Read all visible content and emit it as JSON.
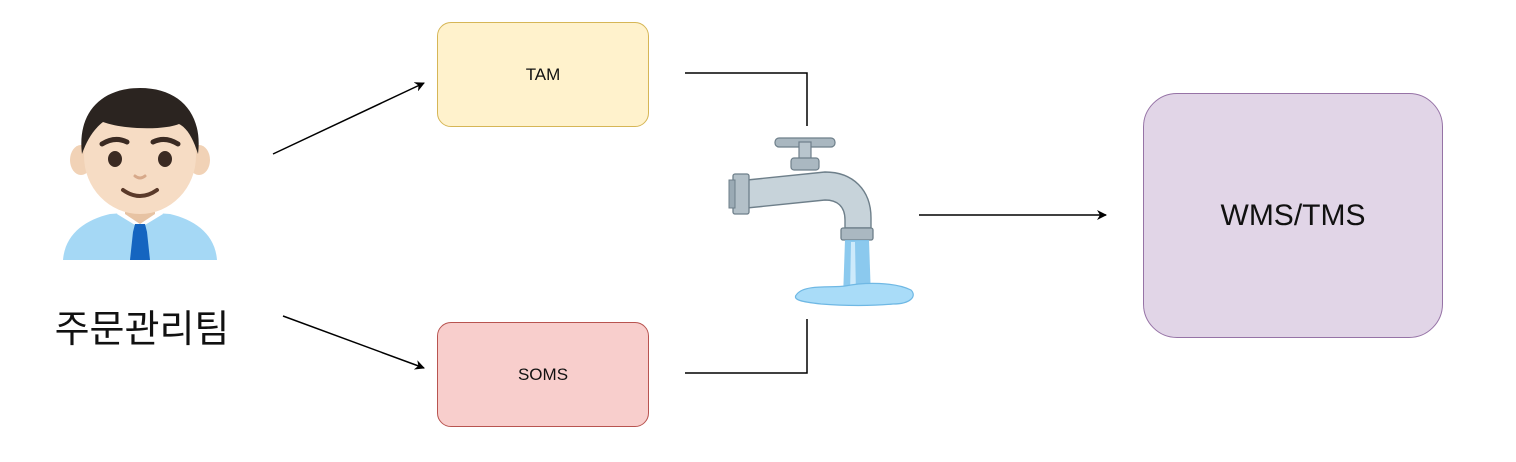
{
  "diagram": {
    "actor": {
      "label": "주문관리팀",
      "icon": "person-icon"
    },
    "nodes": {
      "tam": {
        "label": "TAM",
        "fill": "#fff2cc",
        "stroke": "#d6b656"
      },
      "soms": {
        "label": "SOMS",
        "fill": "#f8cecc",
        "stroke": "#b85450"
      },
      "target": {
        "label": "WMS/TMS",
        "fill": "#e1d5e7",
        "stroke": "#9673a6"
      }
    },
    "faucet": {
      "icon": "faucet-icon"
    },
    "edges": [
      {
        "from": "actor",
        "to": "tam"
      },
      {
        "from": "actor",
        "to": "soms"
      },
      {
        "from": "tam",
        "to": "faucet"
      },
      {
        "from": "soms",
        "to": "faucet"
      },
      {
        "from": "faucet",
        "to": "target"
      }
    ]
  }
}
